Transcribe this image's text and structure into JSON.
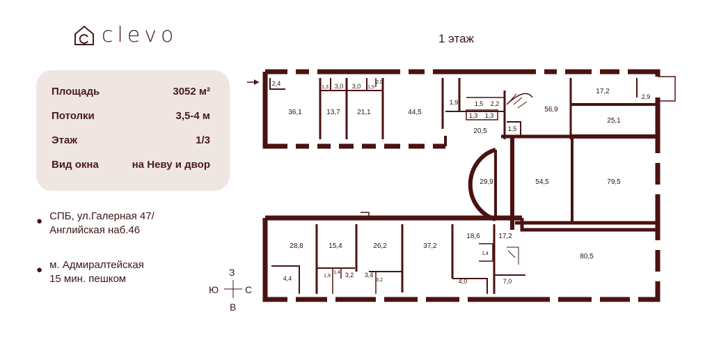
{
  "logo": {
    "text": "clevo"
  },
  "floor_title": "1 этаж",
  "info": {
    "rows": [
      {
        "label": "Площадь",
        "value": "3052 м²"
      },
      {
        "label": "Потолки",
        "value": "3,5-4 м"
      },
      {
        "label": "Этаж",
        "value": "1/3"
      },
      {
        "label": "Вид окна",
        "value": "на Неву и двор"
      }
    ]
  },
  "address": {
    "line1": "СПБ, ул.Галерная 47/",
    "line2": "Английская наб.46"
  },
  "metro": {
    "line1": "м. Адмиралтейская",
    "line2": "15 мин. пешком"
  },
  "compass": {
    "north": "З",
    "south": "В",
    "west": "Ю",
    "east": "С"
  },
  "rooms": [
    "2,4",
    "36,1",
    "1,3",
    "3,0",
    "13,7",
    "3,0",
    "1,5",
    "2,0",
    "21,1",
    "44,5",
    "1,9",
    "1,5",
    "2,2",
    "1,3",
    "1,3",
    "20,5",
    "1,5",
    "56,9",
    "17,2",
    "2,9",
    "25,1",
    "29,9",
    "54,5",
    "79,5",
    "28,8",
    "15,4",
    "26,2",
    "37,2",
    "18,6",
    "17,2",
    "1,4",
    "80,5",
    "4,4",
    "1,9",
    "1,4",
    "3,2",
    "3,4",
    "3,2",
    "4,0",
    "7,0"
  ],
  "colors": {
    "wall": "#4a1212",
    "card": "#efe6e1",
    "text": "#3a1616"
  }
}
